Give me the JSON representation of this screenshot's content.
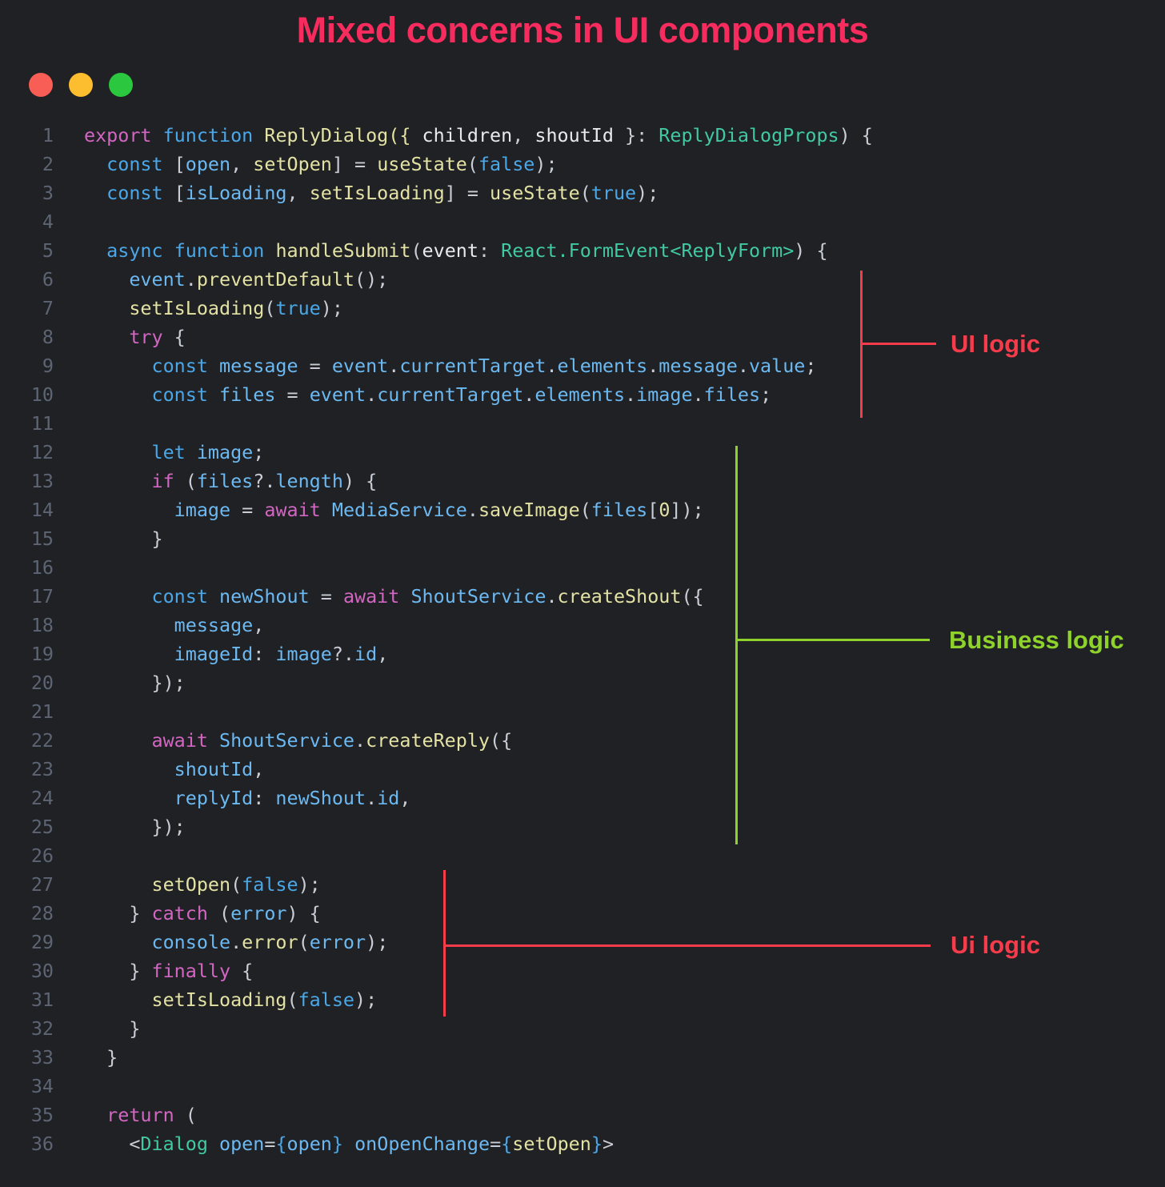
{
  "title": {
    "text": "Mixed concerns in UI components",
    "color": "#f72c5e"
  },
  "window": {
    "traffic_lights": [
      {
        "name": "close",
        "color": "#f85e55"
      },
      {
        "name": "minimize",
        "color": "#fcbd2f"
      },
      {
        "name": "zoom",
        "color": "#2bc83f"
      }
    ]
  },
  "annotations": [
    {
      "label": "UI logic",
      "color": "#f63b4b"
    },
    {
      "label": "Business logic",
      "color": "#8ed22b"
    },
    {
      "label": "Ui logic",
      "color": "#f63b4b"
    }
  ],
  "code": {
    "language": "tsx",
    "lines": [
      {
        "num": "1",
        "tokens": [
          [
            "c",
            "export"
          ],
          [
            "p",
            " "
          ],
          [
            "k",
            "function"
          ],
          [
            "p",
            " "
          ],
          [
            "f",
            "ReplyDialog"
          ],
          [
            "f",
            "({"
          ],
          [
            "p",
            " "
          ],
          [
            "d",
            "children"
          ],
          [
            "p",
            ", "
          ],
          [
            "d",
            "shoutId"
          ],
          [
            "p",
            " }: "
          ],
          [
            "t",
            "ReplyDialogProps"
          ],
          [
            "p",
            ") {"
          ]
        ]
      },
      {
        "num": "2",
        "tokens": [
          [
            "p",
            "  "
          ],
          [
            "k",
            "const"
          ],
          [
            "p",
            " ["
          ],
          [
            "v",
            "open"
          ],
          [
            "p",
            ", "
          ],
          [
            "f",
            "setOpen"
          ],
          [
            "p",
            "] = "
          ],
          [
            "f",
            "useState"
          ],
          [
            "p",
            "("
          ],
          [
            "k",
            "false"
          ],
          [
            "p",
            ");"
          ]
        ]
      },
      {
        "num": "3",
        "tokens": [
          [
            "p",
            "  "
          ],
          [
            "k",
            "const"
          ],
          [
            "p",
            " ["
          ],
          [
            "v",
            "isLoading"
          ],
          [
            "p",
            ", "
          ],
          [
            "f",
            "setIsLoading"
          ],
          [
            "p",
            "] = "
          ],
          [
            "f",
            "useState"
          ],
          [
            "p",
            "("
          ],
          [
            "k",
            "true"
          ],
          [
            "p",
            ");"
          ]
        ]
      },
      {
        "num": "4",
        "tokens": []
      },
      {
        "num": "5",
        "tokens": [
          [
            "p",
            "  "
          ],
          [
            "k",
            "async"
          ],
          [
            "p",
            " "
          ],
          [
            "k",
            "function"
          ],
          [
            "p",
            " "
          ],
          [
            "f",
            "handleSubmit"
          ],
          [
            "p",
            "("
          ],
          [
            "d",
            "event"
          ],
          [
            "p",
            ": "
          ],
          [
            "t",
            "React.FormEvent<ReplyForm>"
          ],
          [
            "p",
            ") {"
          ]
        ]
      },
      {
        "num": "6",
        "tokens": [
          [
            "p",
            "    "
          ],
          [
            "v",
            "event"
          ],
          [
            "p",
            "."
          ],
          [
            "f",
            "preventDefault"
          ],
          [
            "p",
            "();"
          ]
        ]
      },
      {
        "num": "7",
        "tokens": [
          [
            "p",
            "    "
          ],
          [
            "f",
            "setIsLoading"
          ],
          [
            "p",
            "("
          ],
          [
            "k",
            "true"
          ],
          [
            "p",
            ");"
          ]
        ]
      },
      {
        "num": "8",
        "tokens": [
          [
            "p",
            "    "
          ],
          [
            "c",
            "try"
          ],
          [
            "p",
            " {"
          ]
        ]
      },
      {
        "num": "9",
        "tokens": [
          [
            "p",
            "      "
          ],
          [
            "k",
            "const"
          ],
          [
            "p",
            " "
          ],
          [
            "v",
            "message"
          ],
          [
            "p",
            " = "
          ],
          [
            "v",
            "event"
          ],
          [
            "p",
            "."
          ],
          [
            "v",
            "currentTarget"
          ],
          [
            "p",
            "."
          ],
          [
            "v",
            "elements"
          ],
          [
            "p",
            "."
          ],
          [
            "v",
            "message"
          ],
          [
            "p",
            "."
          ],
          [
            "v",
            "value"
          ],
          [
            "p",
            ";"
          ]
        ]
      },
      {
        "num": "10",
        "tokens": [
          [
            "p",
            "      "
          ],
          [
            "k",
            "const"
          ],
          [
            "p",
            " "
          ],
          [
            "v",
            "files"
          ],
          [
            "p",
            " = "
          ],
          [
            "v",
            "event"
          ],
          [
            "p",
            "."
          ],
          [
            "v",
            "currentTarget"
          ],
          [
            "p",
            "."
          ],
          [
            "v",
            "elements"
          ],
          [
            "p",
            "."
          ],
          [
            "v",
            "image"
          ],
          [
            "p",
            "."
          ],
          [
            "v",
            "files"
          ],
          [
            "p",
            ";"
          ]
        ]
      },
      {
        "num": "11",
        "tokens": []
      },
      {
        "num": "12",
        "tokens": [
          [
            "p",
            "      "
          ],
          [
            "k",
            "let"
          ],
          [
            "p",
            " "
          ],
          [
            "v",
            "image"
          ],
          [
            "p",
            ";"
          ]
        ]
      },
      {
        "num": "13",
        "tokens": [
          [
            "p",
            "      "
          ],
          [
            "c",
            "if"
          ],
          [
            "p",
            " ("
          ],
          [
            "v",
            "files"
          ],
          [
            "p",
            "?."
          ],
          [
            "v",
            "length"
          ],
          [
            "p",
            ") {"
          ]
        ]
      },
      {
        "num": "14",
        "tokens": [
          [
            "p",
            "        "
          ],
          [
            "v",
            "image"
          ],
          [
            "p",
            " = "
          ],
          [
            "c",
            "await"
          ],
          [
            "p",
            " "
          ],
          [
            "v",
            "MediaService"
          ],
          [
            "p",
            "."
          ],
          [
            "f",
            "saveImage"
          ],
          [
            "p",
            "("
          ],
          [
            "v",
            "files"
          ],
          [
            "p",
            "["
          ],
          [
            "f",
            "0"
          ],
          [
            "p",
            "]);"
          ]
        ]
      },
      {
        "num": "15",
        "tokens": [
          [
            "p",
            "      }"
          ]
        ]
      },
      {
        "num": "16",
        "tokens": []
      },
      {
        "num": "17",
        "tokens": [
          [
            "p",
            "      "
          ],
          [
            "k",
            "const"
          ],
          [
            "p",
            " "
          ],
          [
            "v",
            "newShout"
          ],
          [
            "p",
            " = "
          ],
          [
            "c",
            "await"
          ],
          [
            "p",
            " "
          ],
          [
            "v",
            "ShoutService"
          ],
          [
            "p",
            "."
          ],
          [
            "f",
            "createShout"
          ],
          [
            "p",
            "({"
          ]
        ]
      },
      {
        "num": "18",
        "tokens": [
          [
            "p",
            "        "
          ],
          [
            "v",
            "message"
          ],
          [
            "p",
            ","
          ]
        ]
      },
      {
        "num": "19",
        "tokens": [
          [
            "p",
            "        "
          ],
          [
            "v",
            "imageId"
          ],
          [
            "p",
            ": "
          ],
          [
            "v",
            "image"
          ],
          [
            "p",
            "?."
          ],
          [
            "v",
            "id"
          ],
          [
            "p",
            ","
          ]
        ]
      },
      {
        "num": "20",
        "tokens": [
          [
            "p",
            "      });"
          ]
        ]
      },
      {
        "num": "21",
        "tokens": []
      },
      {
        "num": "22",
        "tokens": [
          [
            "p",
            "      "
          ],
          [
            "c",
            "await"
          ],
          [
            "p",
            " "
          ],
          [
            "v",
            "ShoutService"
          ],
          [
            "p",
            "."
          ],
          [
            "f",
            "createReply"
          ],
          [
            "p",
            "({"
          ]
        ]
      },
      {
        "num": "23",
        "tokens": [
          [
            "p",
            "        "
          ],
          [
            "v",
            "shoutId"
          ],
          [
            "p",
            ","
          ]
        ]
      },
      {
        "num": "24",
        "tokens": [
          [
            "p",
            "        "
          ],
          [
            "v",
            "replyId"
          ],
          [
            "p",
            ": "
          ],
          [
            "v",
            "newShout"
          ],
          [
            "p",
            "."
          ],
          [
            "v",
            "id"
          ],
          [
            "p",
            ","
          ]
        ]
      },
      {
        "num": "25",
        "tokens": [
          [
            "p",
            "      });"
          ]
        ]
      },
      {
        "num": "26",
        "tokens": []
      },
      {
        "num": "27",
        "tokens": [
          [
            "p",
            "      "
          ],
          [
            "f",
            "setOpen"
          ],
          [
            "p",
            "("
          ],
          [
            "k",
            "false"
          ],
          [
            "p",
            ");"
          ]
        ]
      },
      {
        "num": "28",
        "tokens": [
          [
            "p",
            "    } "
          ],
          [
            "c",
            "catch"
          ],
          [
            "p",
            " ("
          ],
          [
            "v",
            "error"
          ],
          [
            "p",
            ") {"
          ]
        ]
      },
      {
        "num": "29",
        "tokens": [
          [
            "p",
            "      "
          ],
          [
            "v",
            "console"
          ],
          [
            "p",
            "."
          ],
          [
            "f",
            "error"
          ],
          [
            "p",
            "("
          ],
          [
            "v",
            "error"
          ],
          [
            "p",
            ");"
          ]
        ]
      },
      {
        "num": "30",
        "tokens": [
          [
            "p",
            "    } "
          ],
          [
            "c",
            "finally"
          ],
          [
            "p",
            " {"
          ]
        ]
      },
      {
        "num": "31",
        "tokens": [
          [
            "p",
            "      "
          ],
          [
            "f",
            "setIsLoading"
          ],
          [
            "p",
            "("
          ],
          [
            "k",
            "false"
          ],
          [
            "p",
            ");"
          ]
        ]
      },
      {
        "num": "32",
        "tokens": [
          [
            "p",
            "    }"
          ]
        ]
      },
      {
        "num": "33",
        "tokens": [
          [
            "p",
            "  }"
          ]
        ]
      },
      {
        "num": "34",
        "tokens": []
      },
      {
        "num": "35",
        "tokens": [
          [
            "p",
            "  "
          ],
          [
            "c",
            "return"
          ],
          [
            "p",
            " ("
          ]
        ]
      },
      {
        "num": "36",
        "tokens": [
          [
            "p",
            "    <"
          ],
          [
            "t",
            "Dialog"
          ],
          [
            "p",
            " "
          ],
          [
            "v",
            "open"
          ],
          [
            "p",
            "="
          ],
          [
            "k",
            "{"
          ],
          [
            "v",
            "open"
          ],
          [
            "k",
            "}"
          ],
          [
            "p",
            " "
          ],
          [
            "v",
            "onOpenChange"
          ],
          [
            "p",
            "="
          ],
          [
            "k",
            "{"
          ],
          [
            "f",
            "setOpen"
          ],
          [
            "k",
            "}"
          ],
          [
            "p",
            ">"
          ]
        ]
      }
    ]
  }
}
